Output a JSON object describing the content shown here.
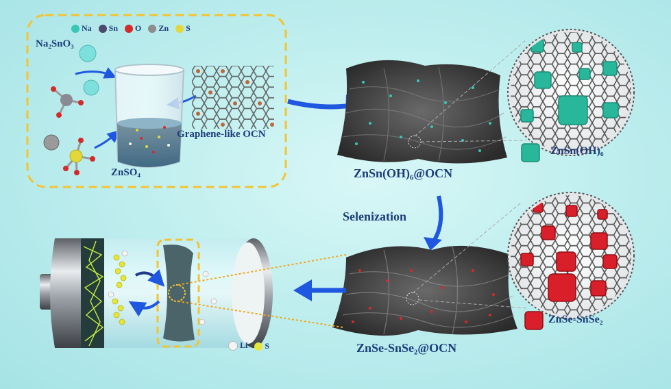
{
  "legend_top": [
    {
      "label": "Na",
      "color": "#39c7b5"
    },
    {
      "label": "Sn",
      "color": "#4b4a6e"
    },
    {
      "label": "O",
      "color": "#d42a2a"
    },
    {
      "label": "Zn",
      "color": "#8d8d8d"
    },
    {
      "label": "S",
      "color": "#e3d83a"
    }
  ],
  "legend_bottom": [
    {
      "label": "Li",
      "color": "#f4f4f4"
    },
    {
      "label": "S",
      "color": "#e6e63a"
    }
  ],
  "labels": {
    "na2sno3": "Na₂SnO₃",
    "znso4": "ZnSO₄",
    "graphene_ocn": "Graphene-like OCN",
    "znsnoh6_ocn": "ZnSn(OH)₆@OCN",
    "znsnoh6": "ZnSn(OH)₆",
    "selenization": "Selenization",
    "znse_snse2_ocn": "ZnSe-SnSe₂@OCN",
    "znse_snse2": "ZnSe-SnSe₂"
  },
  "colors": {
    "arrow": "#1f57e0",
    "dashed_box": "#f2c431",
    "cube_teal": "#28b79a",
    "cube_red": "#d81f2a"
  }
}
